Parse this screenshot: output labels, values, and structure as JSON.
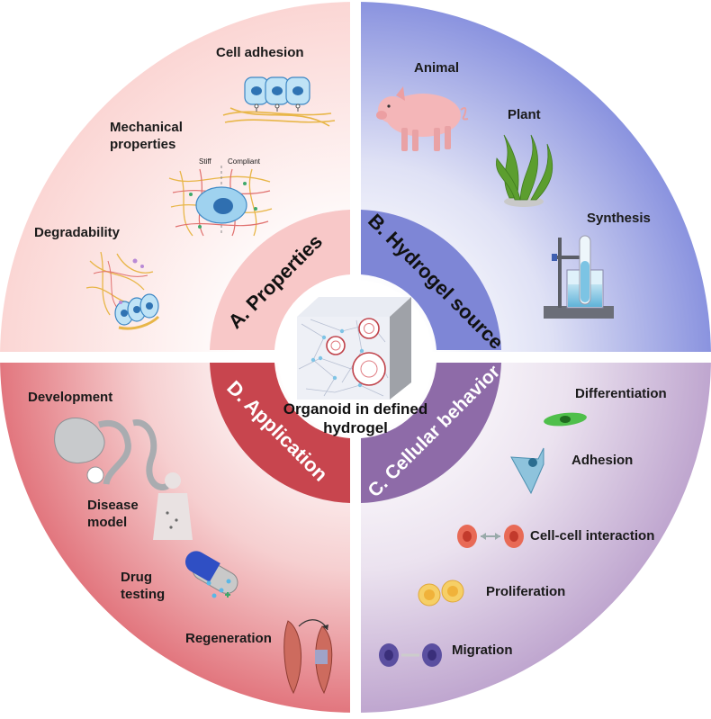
{
  "center": {
    "line1": "Organoid in defined",
    "line2": "hydrogel"
  },
  "sections": {
    "a": {
      "title": "A.  Properties",
      "color": "#f8c8c8"
    },
    "b": {
      "title": "B. Hydrogel source",
      "color": "#7e86d6"
    },
    "c": {
      "title": "C. Cellular behavior",
      "color": "#8e6ba8"
    },
    "d": {
      "title": "D. Application",
      "color": "#c8454e"
    }
  },
  "properties": {
    "cell_adhesion": "Cell adhesion",
    "mechanical_1": "Mechanical",
    "mechanical_2": "properties",
    "stiff": "Stiff",
    "compliant": "Compliant",
    "degradability": "Degradability"
  },
  "source": {
    "animal": "Animal",
    "plant": "Plant",
    "synthesis": "Synthesis"
  },
  "behavior": {
    "differentiation": "Differentiation",
    "adhesion": "Adhesion",
    "cell_cell": "Cell-cell interaction",
    "proliferation": "Proliferation",
    "migration": "Migration"
  },
  "application": {
    "development": "Development",
    "disease_1": "Disease",
    "disease_2": "model",
    "drug_1": "Drug",
    "drug_2": "testing",
    "regeneration": "Regeneration"
  }
}
